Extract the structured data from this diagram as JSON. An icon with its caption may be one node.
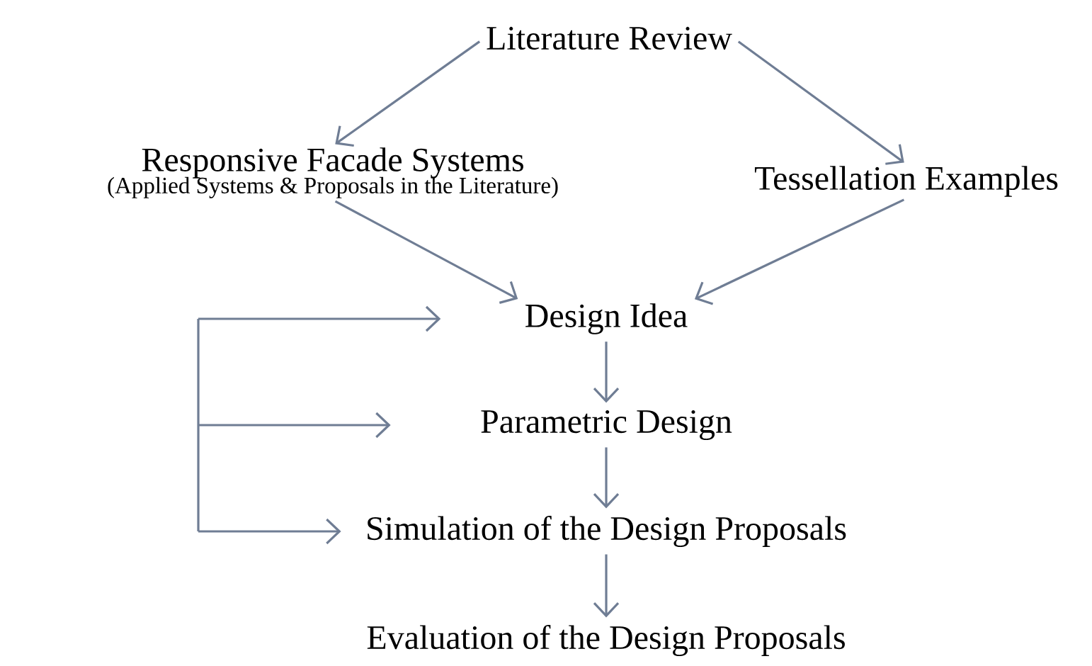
{
  "diagram": {
    "nodes": [
      {
        "text": [
          "Literature Review"
        ]
      },
      {
        "text": [
          "Responsive Facade Systems",
          "(Applied Systems & Proposals in the Literature)"
        ]
      },
      {
        "text": [
          "Tessellation Examples"
        ]
      },
      {
        "text": [
          "Design Idea"
        ]
      },
      {
        "text": [
          "Parametric Design"
        ]
      },
      {
        "text": [
          "Simulation of the Design Proposals"
        ]
      },
      {
        "text": [
          "Evaluation of the Design Proposals"
        ]
      }
    ],
    "edges": [
      {
        "from": 0,
        "to": 1,
        "arrow": "to"
      },
      {
        "from": 0,
        "to": 2,
        "arrow": "to"
      },
      {
        "from": 1,
        "to": 3,
        "arrow": "to"
      },
      {
        "from": 2,
        "to": 3,
        "arrow": "to"
      },
      {
        "from": 3,
        "to": 4,
        "arrow": "to"
      },
      {
        "from": 4,
        "to": 5,
        "arrow": "to"
      },
      {
        "from": 5,
        "to": 6,
        "arrow": "to"
      },
      {
        "from": null,
        "to": 3,
        "arrow": "to"
      },
      {
        "from": null,
        "to": 4,
        "arrow": "to"
      },
      {
        "from": null,
        "to": 5,
        "arrow": "to"
      }
    ]
  }
}
